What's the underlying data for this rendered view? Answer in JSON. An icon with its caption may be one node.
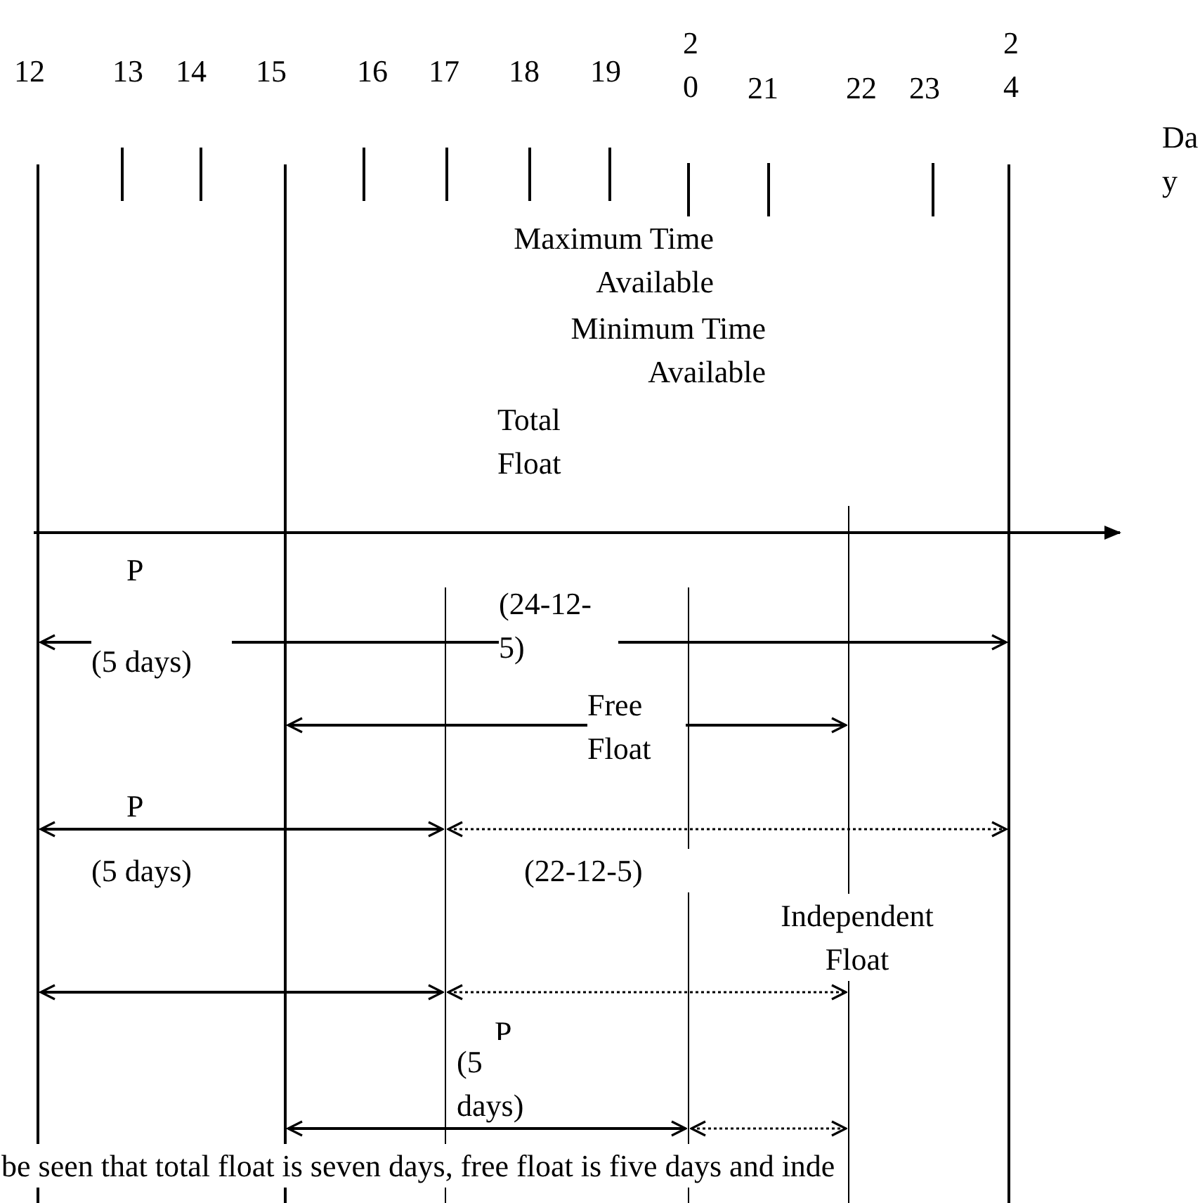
{
  "diagram": {
    "labels": [
      "12",
      "13",
      "14",
      "15",
      "16",
      "17",
      "18",
      "19",
      "2 0",
      "21",
      "22",
      "23",
      "2 4",
      "Da y",
      "Maximum Time Available",
      "Minimum Time Available",
      "Total Float",
      "P",
      "(24-12- 5)",
      "(5 days)",
      "Free Float",
      "P",
      "(5 days)",
      "(22-12-5)",
      "Independent Float",
      "P",
      "(5 days)",
      "be seen that total float is seven days, free float is five days and inde"
    ]
  }
}
